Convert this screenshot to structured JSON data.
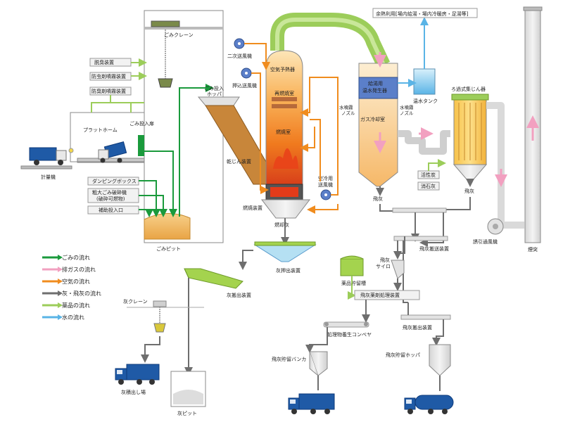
{
  "labels": {
    "waste_heat": "余熱利用[場内給湯・場内冷暖房・足湯等]",
    "deodorizer": "脱臭装置",
    "insect_spray": "防虫剤噴霧装置",
    "deodorant_spray": "防臭剤噴霧装置",
    "crane": "ごみクレーン",
    "platform": "プラットホーム",
    "dump_door": "ごみ投入扉",
    "dumping_box": "ダンピングボックス",
    "crusher_line1": "粗大ごみ破砕機",
    "crusher_line2": "(破砕可燃物)",
    "aux_inlet": "補助投入口",
    "scale": "計量機",
    "pit": "ごみピット",
    "hopper_line1": "ごみ投入",
    "hopper_line2": "ホッパ",
    "secondary_fan": "二次送風機",
    "forced_fan": "押込送風機",
    "preheater": "空気予熱器",
    "reburn": "再燃焼室",
    "combustion": "燃焼室",
    "dryer": "乾じん装置",
    "air_cool_line1": "空冷用",
    "air_cool_line2": "送風機",
    "burnout": "燃焼装置",
    "ash_chute": "燃却灰",
    "ash_discharger": "灰押出装置",
    "ash_conveyor": "灰搬出装置",
    "ash_crane": "灰クレーン",
    "ash_pit": "灰ピット",
    "ash_shipping": "灰積出し場",
    "boiler_line1": "給湯用",
    "boiler_line2": "温水発生器",
    "water_tank": "温水タンク",
    "nozzle_left_1": "水噴霧",
    "nozzle_left_2": "ノズル",
    "nozzle_right_1": "水噴霧",
    "nozzle_right_2": "ノズル",
    "gas_cooler": "ガス冷却室",
    "fly_ash_1": "飛灰",
    "bag_filter": "ろ過式集じん器",
    "activated_carbon": "活性炭",
    "slaked_lime": "消石灰",
    "fly_ash_2": "飛灰",
    "induced_fan": "誘引通風機",
    "chimney": "煙突",
    "fly_ash_conveyor_1": "飛灰搬送装置",
    "fly_ash_silo_line1": "飛灰",
    "fly_ash_silo_line2": "サイロ",
    "chemical_tank": "薬品貯留槽",
    "fly_ash_treatment": "飛灰薬剤処理装置",
    "curing_conveyor": "処理物養生コンベヤ",
    "fly_ash_conveyor_2": "飛灰搬出装置",
    "fly_ash_bunker": "飛灰貯留バンカ",
    "fly_ash_hopper": "飛灰貯留ホッパ"
  },
  "legend": [
    {
      "label": "ごみの流れ",
      "color": "#1a9a3c"
    },
    {
      "label": "排ガスの流れ",
      "color": "#f2a0c0"
    },
    {
      "label": "空気の流れ",
      "color": "#f08c1e"
    },
    {
      "label": "灰・飛灰の流れ",
      "color": "#6e6e6e"
    },
    {
      "label": "薬品の流れ",
      "color": "#9ccd5a"
    },
    {
      "label": "水の流れ",
      "color": "#5ab4e6"
    }
  ],
  "colors": {
    "waste": "#1a9a3c",
    "exhaust": "#f2a0c0",
    "air": "#f08c1e",
    "ash": "#6e6e6e",
    "chemical": "#9ccd5a",
    "water": "#5ab4e6",
    "duct": "#9ccd5a",
    "truck": "#1f5aa6"
  }
}
